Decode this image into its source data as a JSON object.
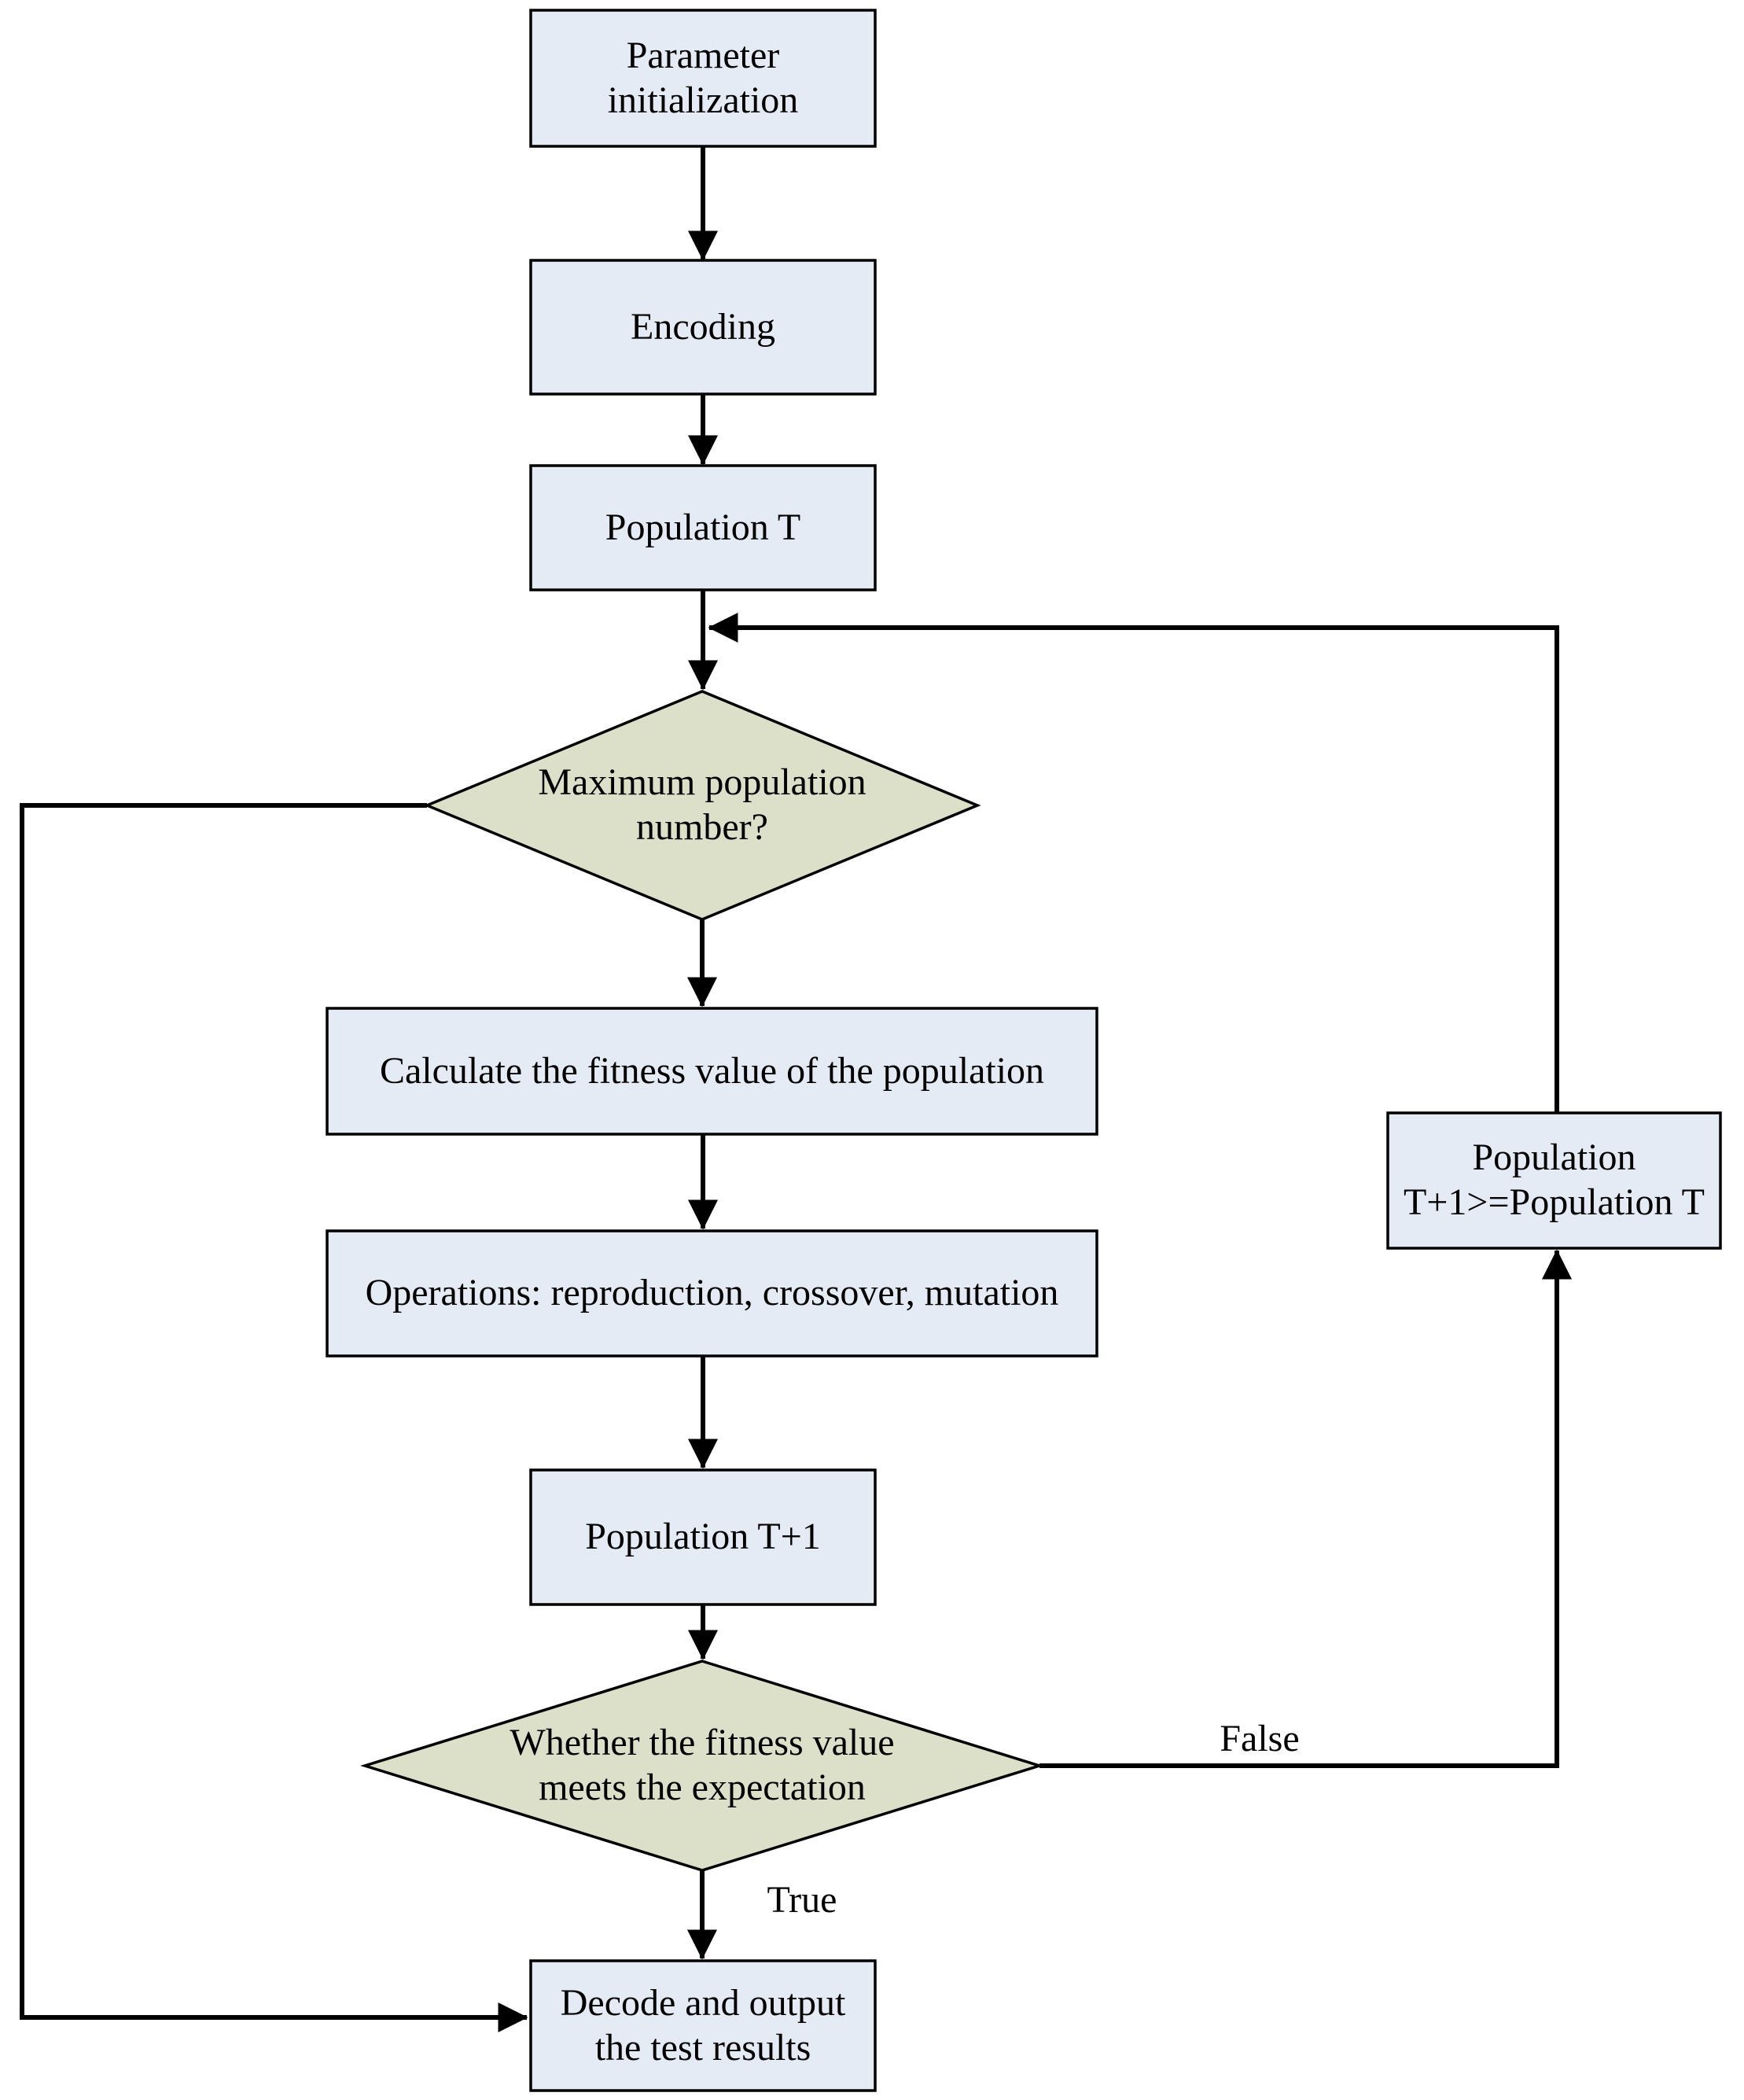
{
  "diagram": {
    "type": "flowchart",
    "background": "#FFFFFF",
    "colors": {
      "process_fill": "#E5EBF5",
      "decision_fill": "#DCE0C8",
      "stroke": "#000000",
      "text": "#000000"
    },
    "nodes": [
      {
        "id": "param",
        "shape": "rect",
        "label": "Parameter initialization"
      },
      {
        "id": "encoding",
        "shape": "rect",
        "label": "Encoding"
      },
      {
        "id": "population_t",
        "shape": "rect",
        "label": "Population T"
      },
      {
        "id": "max_population",
        "shape": "diamond",
        "label": "Maximum population number?"
      },
      {
        "id": "calc_fitness",
        "shape": "rect",
        "label": "Calculate the fitness value of the population"
      },
      {
        "id": "operations",
        "shape": "rect",
        "label": "Operations: reproduction, crossover, mutation"
      },
      {
        "id": "population_t1",
        "shape": "rect",
        "label": "Population T+1"
      },
      {
        "id": "fitness_check",
        "shape": "diamond",
        "label": "Whether the fitness value meets the expectation"
      },
      {
        "id": "population_compare",
        "shape": "rect",
        "label": "Population T+1>=Population T"
      },
      {
        "id": "decode",
        "shape": "rect",
        "label": "Decode and output the test results"
      }
    ],
    "branch_labels": {
      "true_label": "True",
      "false_label": "False"
    },
    "edges": [
      {
        "from": "param",
        "to": "encoding",
        "label": ""
      },
      {
        "from": "encoding",
        "to": "population_t",
        "label": ""
      },
      {
        "from": "population_t",
        "to": "max_population",
        "label": ""
      },
      {
        "from": "max_population",
        "to": "calc_fitness",
        "label": ""
      },
      {
        "from": "calc_fitness",
        "to": "operations",
        "label": ""
      },
      {
        "from": "operations",
        "to": "population_t1",
        "label": ""
      },
      {
        "from": "population_t1",
        "to": "fitness_check",
        "label": ""
      },
      {
        "from": "fitness_check",
        "to": "decode",
        "label": "True"
      },
      {
        "from": "fitness_check",
        "to": "population_compare",
        "label": "False"
      },
      {
        "from": "population_compare",
        "to": "population_t",
        "label": ""
      },
      {
        "from": "max_population",
        "to": "decode",
        "label": ""
      }
    ]
  }
}
